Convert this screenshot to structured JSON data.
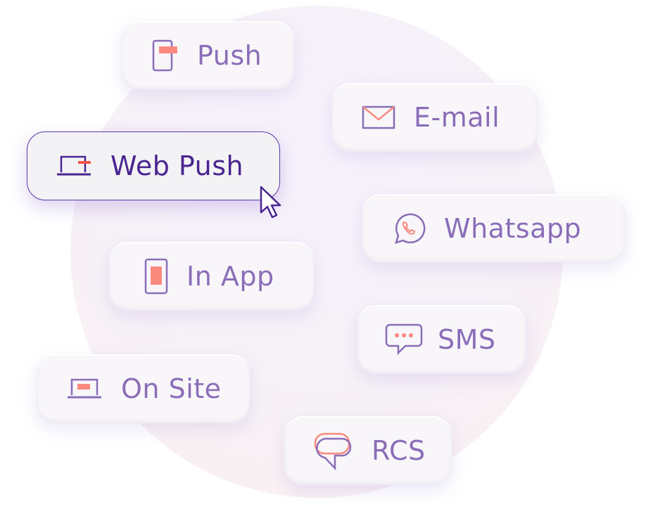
{
  "channels": [
    {
      "id": "push",
      "label": "Push",
      "icon": "mobile-push-icon"
    },
    {
      "id": "email",
      "label": "E-mail",
      "icon": "envelope-icon"
    },
    {
      "id": "web-push",
      "label": "Web Push",
      "icon": "laptop-push-icon",
      "selected": true
    },
    {
      "id": "whatsapp",
      "label": "Whatsapp",
      "icon": "whatsapp-icon"
    },
    {
      "id": "in-app",
      "label": "In App",
      "icon": "mobile-in-app-icon"
    },
    {
      "id": "sms",
      "label": "SMS",
      "icon": "chat-dots-icon"
    },
    {
      "id": "on-site",
      "label": "On Site",
      "icon": "laptop-onsite-icon"
    },
    {
      "id": "rcs",
      "label": "RCS",
      "icon": "rcs-bubbles-icon"
    }
  ],
  "colors": {
    "text": "#8a6db8",
    "active_text": "#4a2590",
    "accent": "#fa8a7e",
    "border_active": "#5a35a8"
  }
}
